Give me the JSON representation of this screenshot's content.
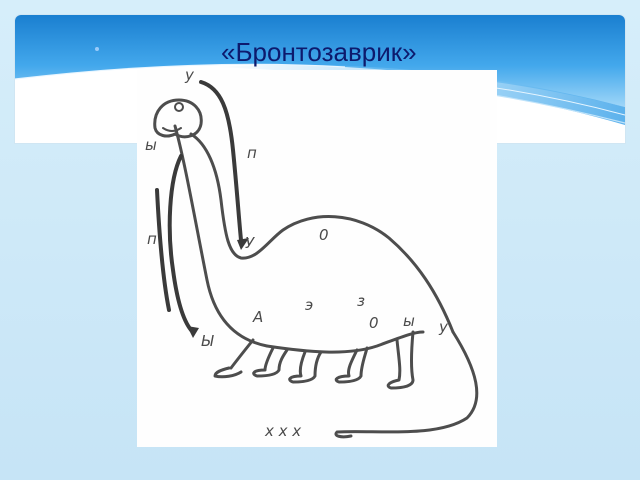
{
  "slide": {
    "title": "«Бронтозаврик»"
  },
  "picture": {
    "labels": {
      "top_u": "у",
      "neck_y": "ы",
      "top_p": "п",
      "left_p": "п",
      "neck_u": "У",
      "back_o": "0",
      "body_e1": "э",
      "body_z": "з",
      "body_a": "А",
      "body_o": "0",
      "body_y": "ы",
      "body_u": "у",
      "bottom_y": "Ы",
      "tail_x": "х х х"
    }
  }
}
